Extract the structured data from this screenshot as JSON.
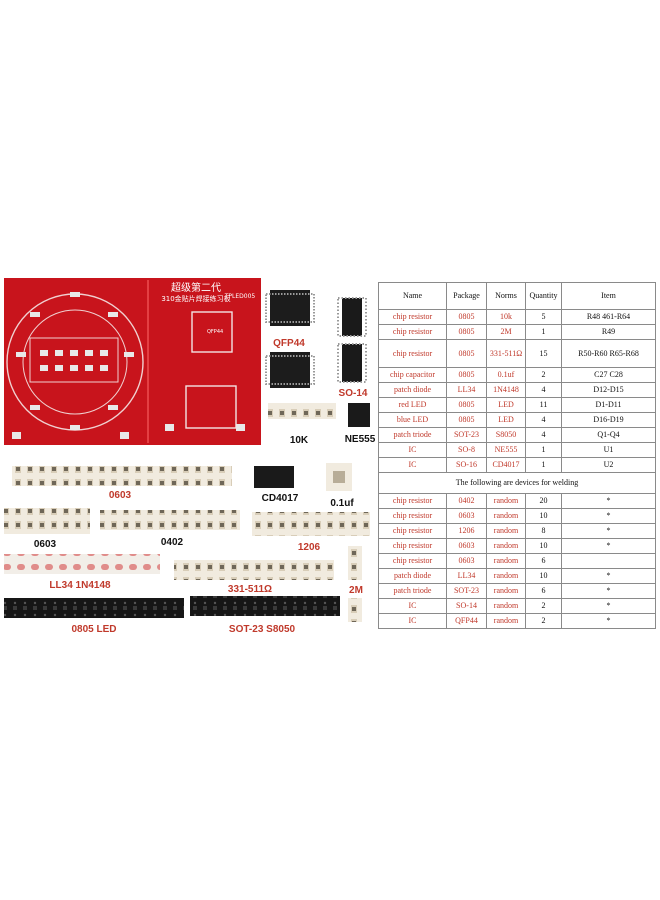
{
  "pcb": {
    "title": "超级第二代",
    "subtitle": "310金贴片焊接练习板",
    "model": "TPLED005",
    "chip_label": "QFP44"
  },
  "labels": {
    "qfp44": "QFP44",
    "so14": "SO-14",
    "r10k": "10K",
    "ne555": "NE555",
    "r0603_top": "0603",
    "cd4017": "CD4017",
    "c01uf": "0.1uf",
    "r0603_left": "0603",
    "r0402": "0402",
    "r1206": "1206",
    "ll34": "LL34 1N4148",
    "r331": "331-511Ω",
    "r2m": "2M",
    "led0805": "0805 LED",
    "sot23": "SOT-23 S8050"
  },
  "table": {
    "headers": [
      "Name",
      "Package",
      "Norms",
      "Quantity",
      "Item"
    ],
    "rows_main": [
      [
        "chip resistor",
        "0805",
        "10k",
        "5",
        "R48 461-R64"
      ],
      [
        "chip resistor",
        "0805",
        "2M",
        "1",
        "R49"
      ],
      [
        "chip resistor",
        "0805",
        "331-511Ω",
        "15",
        "R50-R60 R65-R68"
      ],
      [
        "chip capacitor",
        "0805",
        "0.1uf",
        "2",
        "C27 C28"
      ],
      [
        "patch diode",
        "LL34",
        "1N4148",
        "4",
        "D12-D15"
      ],
      [
        "red LED",
        "0805",
        "LED",
        "11",
        "D1-D11"
      ],
      [
        "blue LED",
        "0805",
        "LED",
        "4",
        "D16-D19"
      ],
      [
        "patch triode",
        "SOT-23",
        "S8050",
        "4",
        "Q1-Q4"
      ],
      [
        "IC",
        "SO-8",
        "NE555",
        "1",
        "U1"
      ],
      [
        "IC",
        "SO-16",
        "CD4017",
        "1",
        "U2"
      ]
    ],
    "separator": "The following are devices for welding",
    "rows_weld": [
      [
        "chip resistor",
        "0402",
        "random",
        "20",
        "*"
      ],
      [
        "chip resistor",
        "0603",
        "random",
        "10",
        "*"
      ],
      [
        "chip resistor",
        "1206",
        "random",
        "8",
        "*"
      ],
      [
        "chip resistor",
        "0603",
        "random",
        "10",
        "*"
      ],
      [
        "chip resistor",
        "0603",
        "random",
        "6",
        ""
      ],
      [
        "patch diode",
        "LL34",
        "random",
        "10",
        "*"
      ],
      [
        "patch triode",
        "SOT-23",
        "random",
        "6",
        "*"
      ],
      [
        "IC",
        "SO-14",
        "random",
        "2",
        "*"
      ],
      [
        "IC",
        "QFP44",
        "random",
        "2",
        "*"
      ]
    ]
  },
  "colors": {
    "pcb_red": "#c8141c",
    "label_red": "#c0392b",
    "tape_paper": "#f1ebdf",
    "tape_black": "#161616"
  }
}
